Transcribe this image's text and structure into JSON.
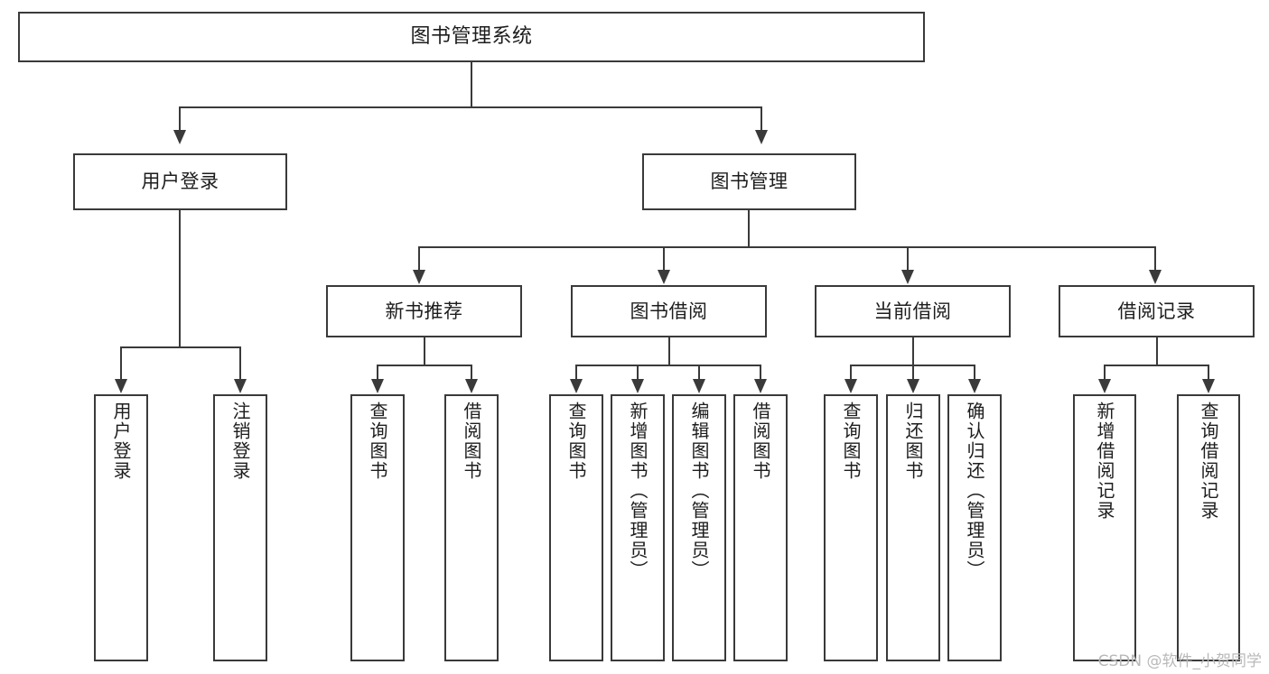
{
  "diagram": {
    "title": "图书管理系统",
    "type": "tree",
    "root": {
      "label": "图书管理系统"
    },
    "level2": [
      {
        "label": "用户登录"
      },
      {
        "label": "图书管理"
      }
    ],
    "level3": [
      {
        "label": "新书推荐"
      },
      {
        "label": "图书借阅"
      },
      {
        "label": "当前借阅"
      },
      {
        "label": "借阅记录"
      }
    ],
    "leaves": {
      "user_login": [
        {
          "label": "用户登录"
        },
        {
          "label": "注销登录"
        }
      ],
      "new_book_recommend": [
        {
          "label": "查询图书"
        },
        {
          "label": "借阅图书"
        }
      ],
      "book_borrow": [
        {
          "label": "查询图书"
        },
        {
          "label": "新增图书（管理员）"
        },
        {
          "label": "编辑图书（管理员）"
        },
        {
          "label": "借阅图书"
        }
      ],
      "current_borrow": [
        {
          "label": "查询图书"
        },
        {
          "label": "归还图书"
        },
        {
          "label": "确认归还（管理员）"
        }
      ],
      "borrow_record": [
        {
          "label": "新增借阅记录"
        },
        {
          "label": "查询借阅记录"
        }
      ]
    }
  },
  "watermark": {
    "text": "CSDN @软件_小贺同学"
  },
  "colors": {
    "stroke": "#3a3a3a",
    "background": "#ffffff",
    "text": "#1d1d1d",
    "watermark": "#b9b9b9"
  }
}
